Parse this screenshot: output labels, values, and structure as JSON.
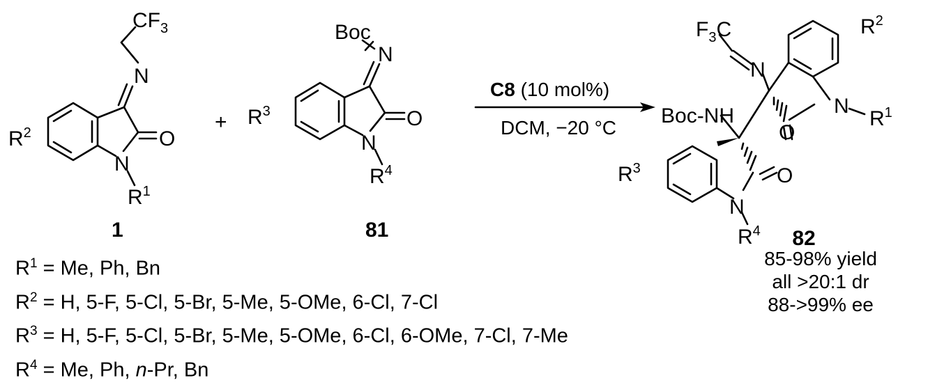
{
  "reactant1": {
    "label": "1",
    "cf3": "CF",
    "cf3_sub": "3",
    "n_imine": "N",
    "n_ring": "N",
    "o": "O",
    "r2": "R",
    "r2_sup": "2",
    "r1": "R",
    "r1_sup": "1"
  },
  "reactant2": {
    "label": "81",
    "boc": "Boc",
    "n_imine": "N",
    "n_ring": "N",
    "o": "O",
    "r3": "R",
    "r3_sup": "3",
    "r4": "R",
    "r4_sup": "4"
  },
  "plus": "+",
  "conditions": {
    "catalyst": "C8",
    "loading": " (10 mol%)",
    "solvent_temp": "DCM, −20 °C"
  },
  "product": {
    "label": "82",
    "f3c_f": "F",
    "f3c_sub": "3",
    "f3c_c": "C",
    "n_imine": "N",
    "boc_nh": "Boc-NH",
    "n_top_ring": "N",
    "r1": "R",
    "r1_sup": "1",
    "o_top": "O",
    "o_bottom": "O",
    "n_bottom_ring": "N",
    "r4": "R",
    "r4_sup": "4",
    "r2": "R",
    "r2_sup": "2",
    "r3": "R",
    "r3_sup": "3"
  },
  "results": {
    "yield": "85-98% yield",
    "dr": "all >20:1 dr",
    "ee": "88->99% ee"
  },
  "substituents": {
    "r1": {
      "symbol": "R",
      "sup": "1",
      "text": " = Me, Ph, Bn"
    },
    "r2": {
      "symbol": "R",
      "sup": "2",
      "text": " = H, 5-F, 5-Cl, 5-Br, 5-Me, 5-OMe, 6-Cl, 7-Cl"
    },
    "r3": {
      "symbol": "R",
      "sup": "3",
      "text": " = H, 5-F, 5-Cl, 5-Br, 5-Me, 5-OMe, 6-Cl, 6-OMe, 7-Cl, 7-Me"
    },
    "r4": {
      "symbol": "R",
      "sup": "4",
      "pre": " = Me, Ph, ",
      "italic": "n",
      "post": "-Pr, Bn"
    }
  }
}
